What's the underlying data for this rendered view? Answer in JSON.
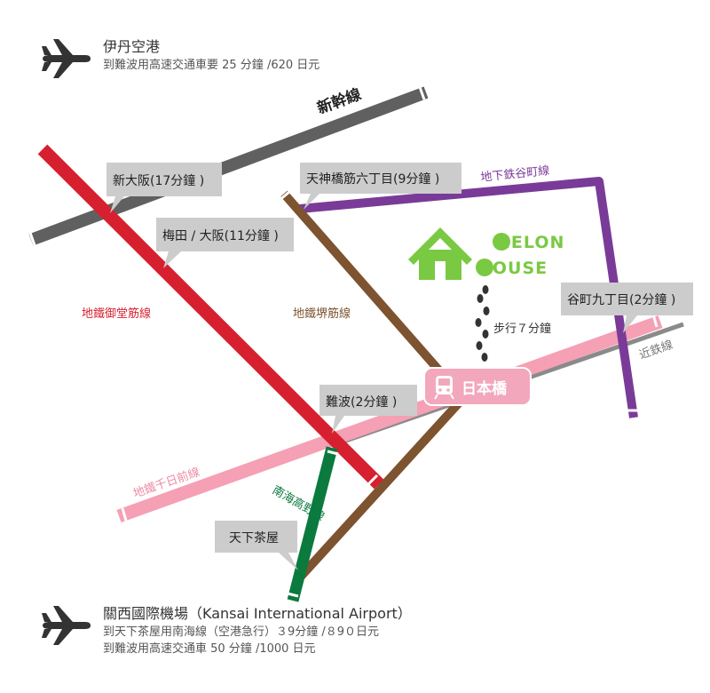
{
  "airports": {
    "itami": {
      "name": "伊丹空港",
      "info": "到難波用高速交通車要 25 分鐘 /620 日元"
    },
    "kansai": {
      "name": "關西國際機場（Kansai International Airport）",
      "info1": "到天下茶屋用南海線（空港急行）３9分鐘 /８9０日元",
      "info2": "到難波用高速交通車 50 分鐘 /1000 日元"
    }
  },
  "lines": {
    "shinkansen": "新幹線",
    "midosuji": "地鐵御堂筋線",
    "sakaisuji": "地鐵堺筋線",
    "tanimachi": "地下鉄谷町線",
    "sennichimae": "地鐵千日前線",
    "nankai": "南海高野線",
    "kintetsu": "近鉄線"
  },
  "stations": {
    "shin_osaka": "新大阪(17分鐘 )",
    "umeda": "梅田 / 大阪(11分鐘 )",
    "tenjinbashi": "天神橋筋六丁目(9分鐘 )",
    "tanimachi9": "谷町九丁目(2分鐘 )",
    "namba": "難波(2分鐘 )",
    "tengachaya": "天下茶屋",
    "nipponbashi": "日本橋"
  },
  "walk": "步行７分鐘",
  "logo": {
    "word1": "MELON",
    "word2": "HOUSE"
  },
  "colors": {
    "shinkansen": "#606060",
    "midosuji": "#d7202f",
    "sakaisuji": "#7d5330",
    "tanimachi": "#7a3b98",
    "sennichimae": "#f5a0b4",
    "nankai": "#0b7a3e",
    "kintetsu": "#8a8a8a",
    "logo": "#7ac943",
    "nipponbashi_bg": "#f2a7bd",
    "callout_bg": "#cccccc"
  },
  "icons": {
    "airplane": "airplane-icon",
    "train": "train-icon",
    "house": "house-icon",
    "footprints": "footprints-icon"
  }
}
